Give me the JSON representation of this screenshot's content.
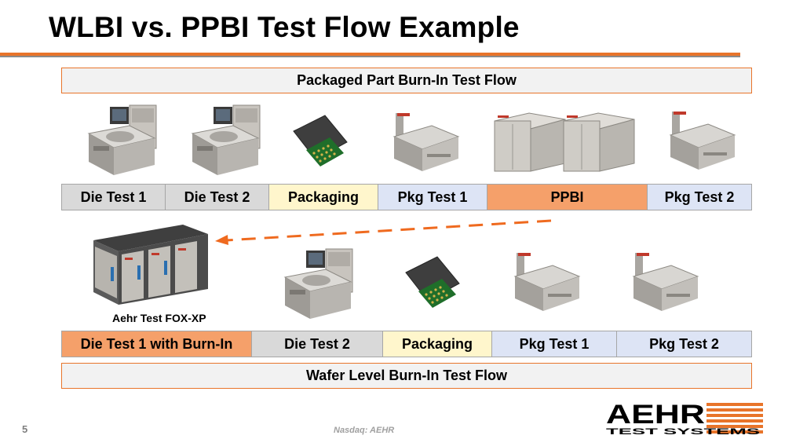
{
  "slide": {
    "title": "WLBI vs. PPBI Test Flow Example",
    "page_number": "5",
    "footer": "Nasdaq: AEHR"
  },
  "top_flow": {
    "banner": "Packaged Part Burn-In Test Flow",
    "steps": [
      {
        "label": "Die Test 1",
        "color": "#d9d9d9"
      },
      {
        "label": "Die Test 2",
        "color": "#d9d9d9"
      },
      {
        "label": "Packaging",
        "color": "#fff6cc"
      },
      {
        "label": "Pkg Test 1",
        "color": "#dde4f5"
      },
      {
        "label": "PPBI",
        "color": "#f5a06a"
      },
      {
        "label": "Pkg Test 2",
        "color": "#dde4f5"
      }
    ]
  },
  "bottom_flow": {
    "banner": "Wafer Level Burn-In Test Flow",
    "caption": "Aehr Test FOX-XP",
    "steps": [
      {
        "label": "Die Test 1 with Burn-In",
        "color": "#f5a06a"
      },
      {
        "label": "Die Test 2",
        "color": "#d9d9d9"
      },
      {
        "label": "Packaging",
        "color": "#fff6cc"
      },
      {
        "label": "Pkg Test 1",
        "color": "#dde4f5"
      },
      {
        "label": "Pkg Test 2",
        "color": "#dde4f5"
      }
    ]
  },
  "logo": {
    "line1": "AEHR",
    "line2": "TEST SYSTEMS"
  },
  "colors": {
    "accent_orange": "#e8742a",
    "arrow": "#ef6a1f"
  }
}
